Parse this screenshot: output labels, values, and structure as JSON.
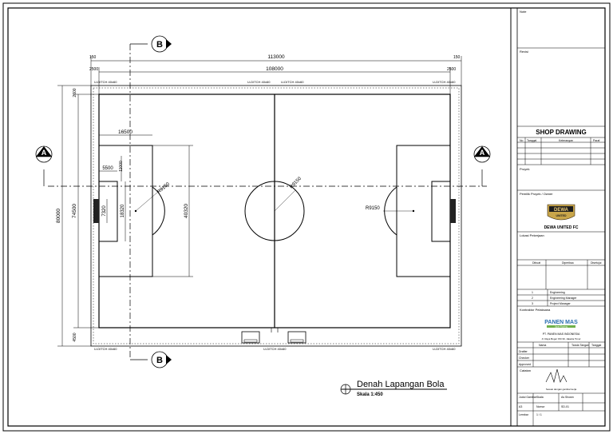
{
  "drawing": {
    "title": "Denah Lapangan Bola",
    "scale": "Skala 1:450"
  },
  "dimensions": {
    "top_total": "113000",
    "top_inner": "108000",
    "top_left_margin": "150",
    "top_right_margin": "150",
    "top_left_inner_margin": "2500",
    "top_right_inner_margin": "2500",
    "left_total": "80000",
    "left_inner": "74500",
    "left_top_margin": "2600",
    "left_bottom_margin": "4500",
    "penalty_width": "16500",
    "goal_area_width": "5500",
    "goal_area_height": "18320",
    "goal_height": "7320",
    "penalty_height": "40320",
    "penalty_arc_left": "R9150",
    "penalty_arc_right": "R9150",
    "center_circle": "R9150",
    "small_label": "11000"
  },
  "ditch_labels": {
    "top_left": "U-DITCH 40x60",
    "top_mid_left": "U-DITCH 40x60",
    "top_center": "U-DITCH 40x60",
    "top_right": "U-DITCH 40x60",
    "bottom_left": "U-DITCH 40x60",
    "bottom_center": "U-DITCH 40x60",
    "bottom_right": "U-DITCH 40x60"
  },
  "section_markers": {
    "top": "B",
    "bottom": "B",
    "left": "A",
    "right": "A"
  },
  "title_block": {
    "header_note": "Note",
    "revision_label": "Revisi",
    "shop_drawing": "SHOP DRAWING",
    "rev_col_no": "No",
    "rev_col_date": "Tanggal",
    "rev_col_desc": "Keterangan",
    "rev_col_sign": "Paraf",
    "project_label": "Proyek",
    "owner_label": "Pemilik Proyek / Owner",
    "owner_name": "DEWA UNITED FC",
    "logo_text_1": "DEWA",
    "logo_text_2": "UNITED",
    "location_label": "Lokasi Pekerjaan",
    "table_h1": "Dibuat",
    "table_h2": "Diperiksa",
    "table_h3": "Disetujui",
    "row1_a": "1",
    "row1_b": "Engineering",
    "row2_a": "2",
    "row2_b": "Engineering Manager",
    "row3_a": "3",
    "row3_b": "Project Manager",
    "contractor_label": "Kontraktor Pelaksana",
    "contractor_logo": "PANEN MAS",
    "contractor_tagline": "Sport Flooring",
    "contractor_name": "PT. PANEN MAS INDONESIA",
    "contractor_address": "Jl. Raya Bogor KM 30, Jakarta Timur",
    "approval_h1": "Nama",
    "approval_h2": "Tanda Tangan",
    "approval_h3": "Tanggal",
    "approval_r1": "Drafter",
    "approval_r2": "Checker",
    "approval_r3": "Approved",
    "sign_label": "Catatan",
    "stamp_text": "Sesuai dengan gambar kerja",
    "info_1a": "Judul Gambar",
    "info_1b": "Skala",
    "info_1c": "As Shown",
    "info_2a": "A3",
    "info_2b": "Nomor",
    "info_2c": "SD-01",
    "info_3a": "Lembar",
    "info_3b": "1 / 1"
  }
}
